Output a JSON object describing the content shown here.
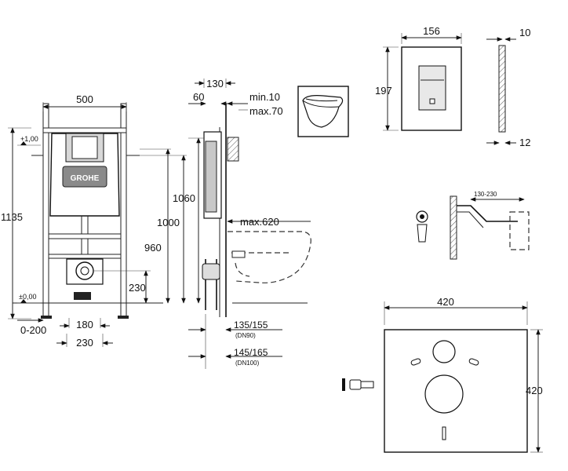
{
  "brand": "GROHE",
  "front_view": {
    "width": "500",
    "height": "1135",
    "level_top": "+1,00",
    "level_floor": "±0,00",
    "adjust": "0-200",
    "pipe_spacing": "180",
    "outlet_width": "230",
    "outlet_height": "230",
    "height_1000": "1000",
    "height_960": "960"
  },
  "side_view": {
    "depth": "130",
    "offset": "60",
    "wall_min": "min.10",
    "wall_max": "max.70",
    "height_1060": "1060",
    "bowl_max": "max.620",
    "dn90_value": "135/155",
    "dn90_label": "(DN90)",
    "dn100_value": "145/165",
    "dn100_label": "(DN100)"
  },
  "plate": {
    "width": "156",
    "height": "197",
    "depth_top": "10",
    "depth_bottom": "12"
  },
  "bracket": {
    "range": "130-230"
  },
  "mat": {
    "width": "420",
    "height": "420"
  }
}
